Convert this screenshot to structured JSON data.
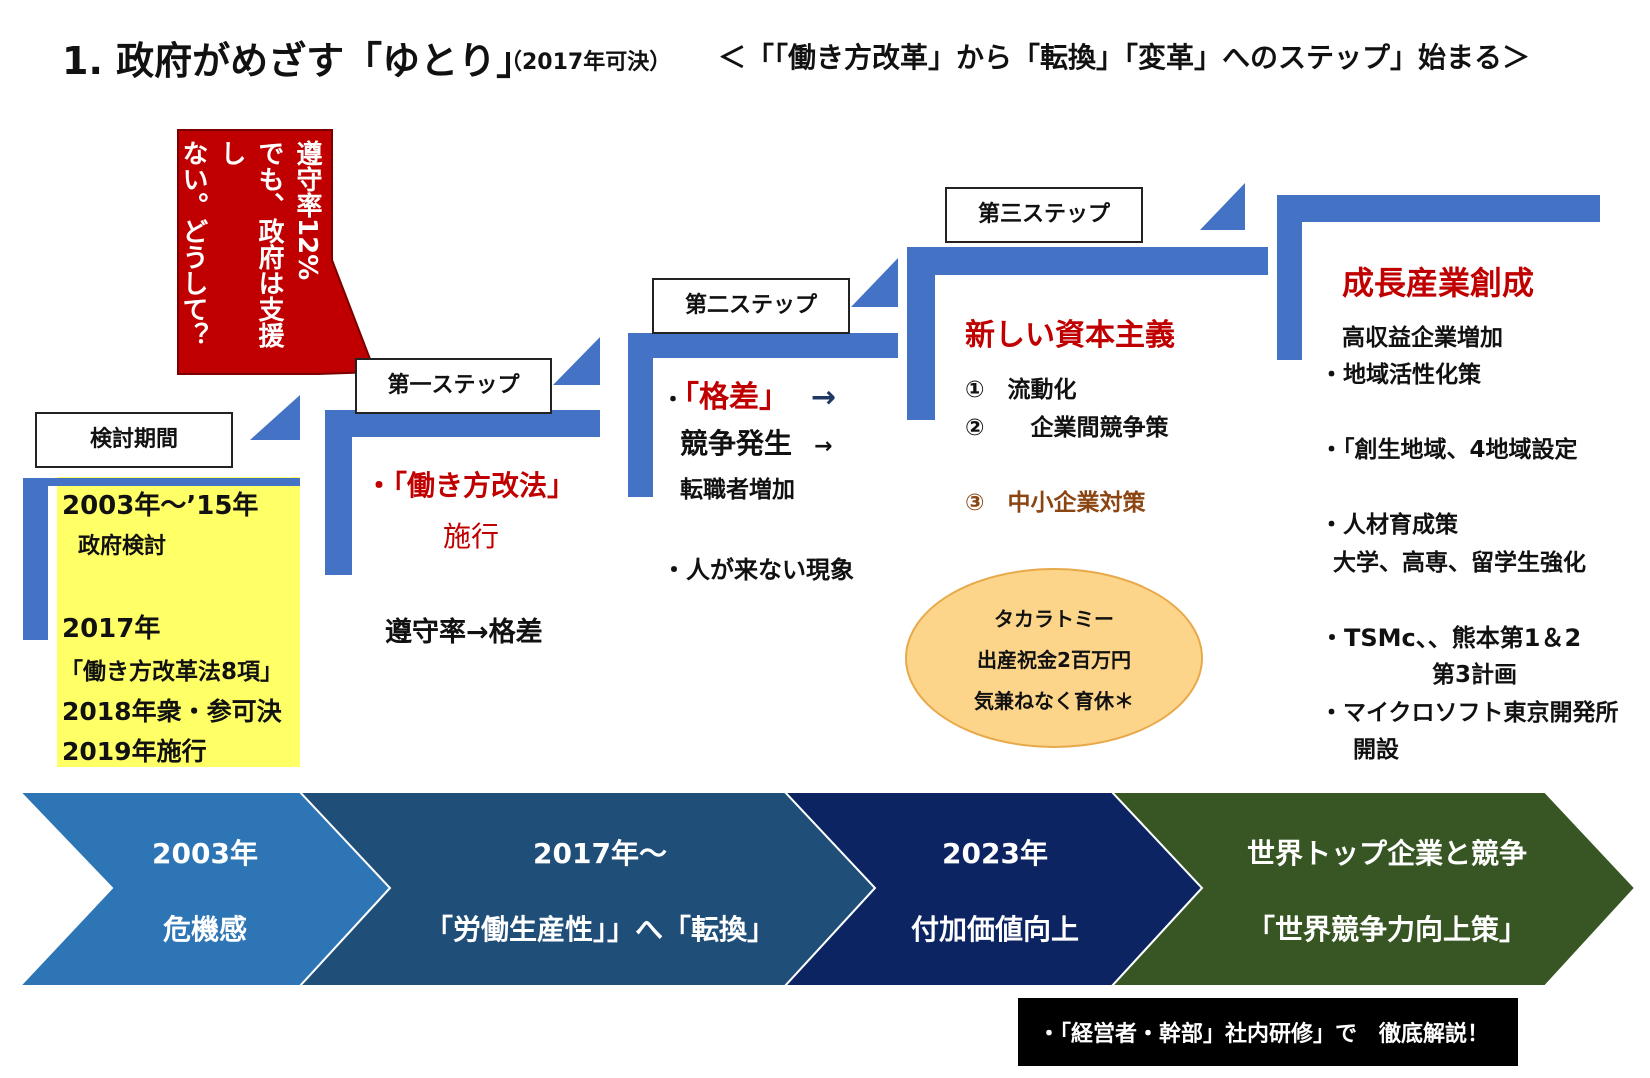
{
  "header": {
    "title": "1. 政府がめざす「ゆとり」",
    "subtitle": "（2017年可決）",
    "right": "＜「「働き方改革」から「転換」「変革」へのステップ」始まる＞"
  },
  "callout": {
    "lines": [
      "遵守率12%",
      "でも、政府は支援し",
      "ない。どうして？"
    ]
  },
  "phase0": {
    "label": "検討期間",
    "lines": [
      "2003年～’15年",
      "政府検討",
      "2017年",
      "「働き方改革法8項」",
      "2018年衆・参可決",
      "2019年施行"
    ]
  },
  "step1": {
    "label": "第一ステップ",
    "item1": "・「働き方改法」",
    "item2": "施行",
    "note": "遵守率→格差"
  },
  "step2": {
    "label": "第二ステップ",
    "item1_prefix": "・",
    "item1": "「格差」",
    "arrow1": "→",
    "item2": "競争発生",
    "arrow2": "→",
    "item3": "転職者増加",
    "item4": "・人が来ない現象"
  },
  "step3": {
    "label": "第三ステップ",
    "heading": "新しい資本主義",
    "item1": "①　流動化",
    "item2": "②　　企業間競争策",
    "item3": "③　中小企業対策",
    "ellipse": [
      "タカラトミー",
      "出産祝金2百万円",
      "気兼ねなく育休＊"
    ]
  },
  "step4": {
    "heading": "成長産業創成",
    "items": [
      "高収益企業増加",
      "・地域活性化策",
      "・「創生地域、4地域設定",
      "・人材育成策",
      "大学、高専、留学生強化",
      "・TSMc、、熊本第1＆2",
      "第3計画",
      "・マイクロソフト東京開発所",
      "開設"
    ]
  },
  "timeline": [
    {
      "top": "2003年",
      "bottom": "危機感",
      "color": "#2e75b6"
    },
    {
      "top": "2017年～",
      "bottom": "「労働生産性」」へ「転換」",
      "color": "#1f4e79"
    },
    {
      "top": "2023年",
      "bottom": "付加価値向上",
      "color": "#0c2461"
    },
    {
      "top": "世界トップ企業と競争",
      "bottom": "「世界競争力向上策」",
      "color": "#375623"
    }
  ],
  "footer": {
    "text": "・「経営者・幹部」社内研修」で　徹底解説！"
  },
  "colors": {
    "step_blue": "#4472c4",
    "accent_red": "#c00000",
    "note_brown": "#8b4513",
    "yellow": "#ffff66",
    "ellipse_fill": "#fdd58a"
  }
}
